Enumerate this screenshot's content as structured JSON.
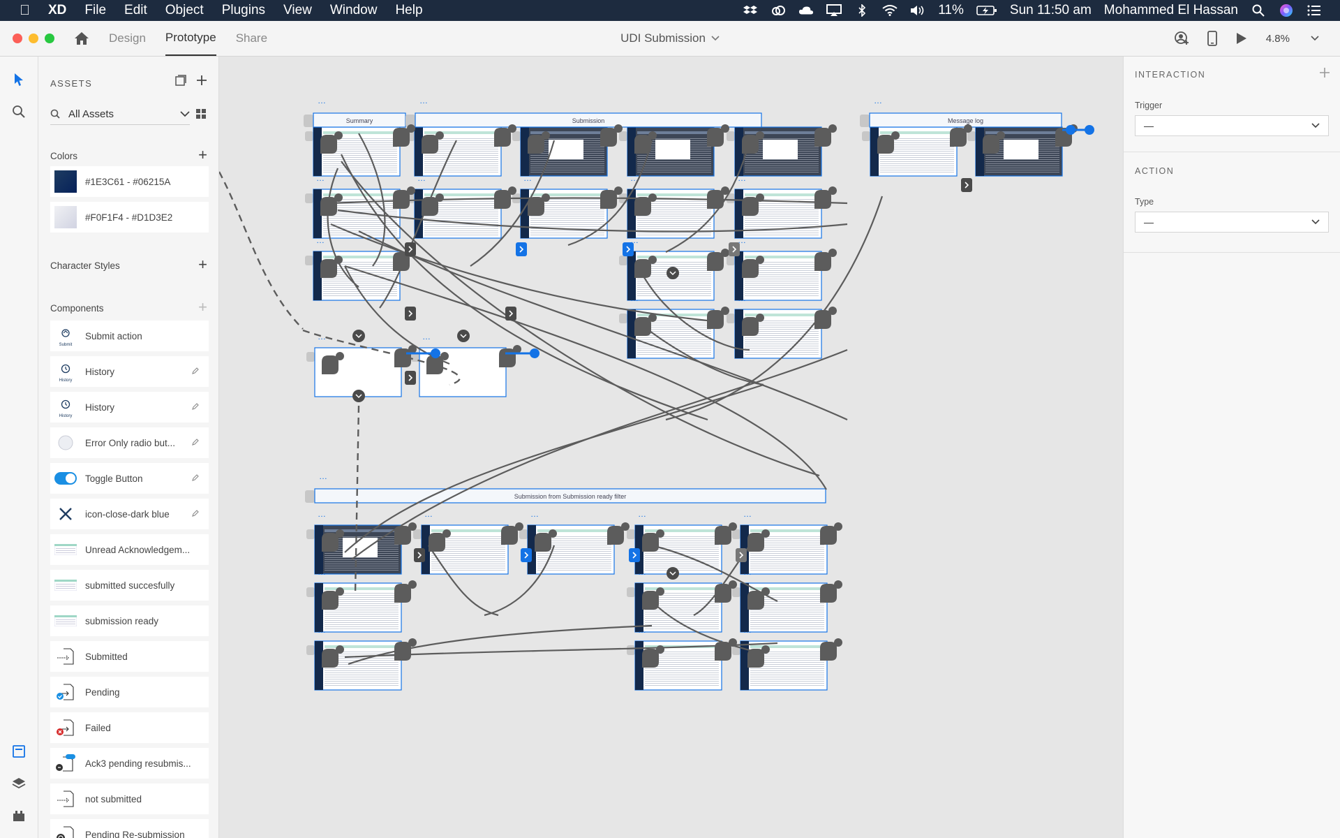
{
  "menubar": {
    "items": [
      "XD",
      "File",
      "Edit",
      "Object",
      "Plugins",
      "View",
      "Window",
      "Help"
    ],
    "battery": "11%",
    "clock": "Sun 11:50 am",
    "user": "Mohammed El Hassan"
  },
  "titlebar": {
    "tabs": [
      "Design",
      "Prototype",
      "Share"
    ],
    "active_tab": "Prototype",
    "doc_title": "UDI Submission",
    "zoom": "4.8%"
  },
  "assets": {
    "header": "ASSETS",
    "filter": "All Assets",
    "colors_title": "Colors",
    "colors": [
      {
        "label": "#1E3C61 - #06215A",
        "from": "#1E3C61",
        "to": "#06215A"
      },
      {
        "label": "#F0F1F4 - #D1D3E2",
        "from": "#F0F1F4",
        "to": "#D1D3E2"
      }
    ],
    "character_styles_title": "Character Styles",
    "components_title": "Components",
    "components": [
      {
        "name": "Submit action",
        "icon": "submit-icon",
        "thumb_label": "Submit"
      },
      {
        "name": "History",
        "icon": "history-icon",
        "thumb_label": "History"
      },
      {
        "name": "History",
        "icon": "history-icon",
        "thumb_label": "History"
      },
      {
        "name": "Error Only radio but...",
        "icon": "radio-icon"
      },
      {
        "name": "Toggle Button",
        "icon": "toggle-icon"
      },
      {
        "name": "icon-close-dark blue",
        "icon": "close-icon"
      },
      {
        "name": "Unread Acknowledgem...",
        "icon": "table-thumb-icon"
      },
      {
        "name": "submitted succesfully",
        "icon": "table-thumb-icon"
      },
      {
        "name": "submission ready",
        "icon": "table-thumb-icon"
      },
      {
        "name": "Submitted",
        "icon": "submitted-icon"
      },
      {
        "name": "Pending",
        "icon": "pending-icon"
      },
      {
        "name": "Failed",
        "icon": "failed-icon"
      },
      {
        "name": "Ack3 pending resubmis...",
        "icon": "ack-icon"
      },
      {
        "name": "not submitted",
        "icon": "not-submitted-icon"
      },
      {
        "name": "Pending Re-submission",
        "icon": "resubmit-icon"
      }
    ]
  },
  "canvas": {
    "group_labels": {
      "summary": "Summary",
      "submission": "Submission",
      "message_log": "Message log",
      "submission_ready": "Submission from Submission ready filter"
    }
  },
  "props": {
    "interaction_title": "INTERACTION",
    "trigger_label": "Trigger",
    "trigger_value": "—",
    "action_title": "ACTION",
    "type_label": "Type",
    "type_value": "—"
  },
  "colors": {
    "accent": "#1473e6",
    "wire": "#5c5c5c",
    "menubar": "#1d2b3f"
  }
}
